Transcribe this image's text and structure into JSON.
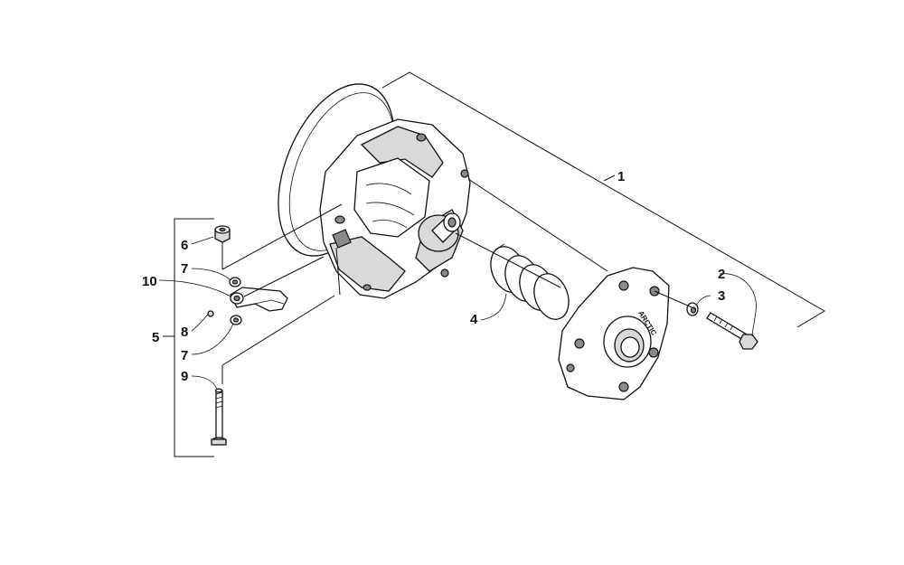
{
  "callouts": {
    "c1": "1",
    "c2": "2",
    "c3": "3",
    "c4": "4",
    "c5": "5",
    "c6": "6",
    "c7a": "7",
    "c7b": "7",
    "c8": "8",
    "c9": "9",
    "c10": "10"
  },
  "cover_logo": "ARCTIC"
}
